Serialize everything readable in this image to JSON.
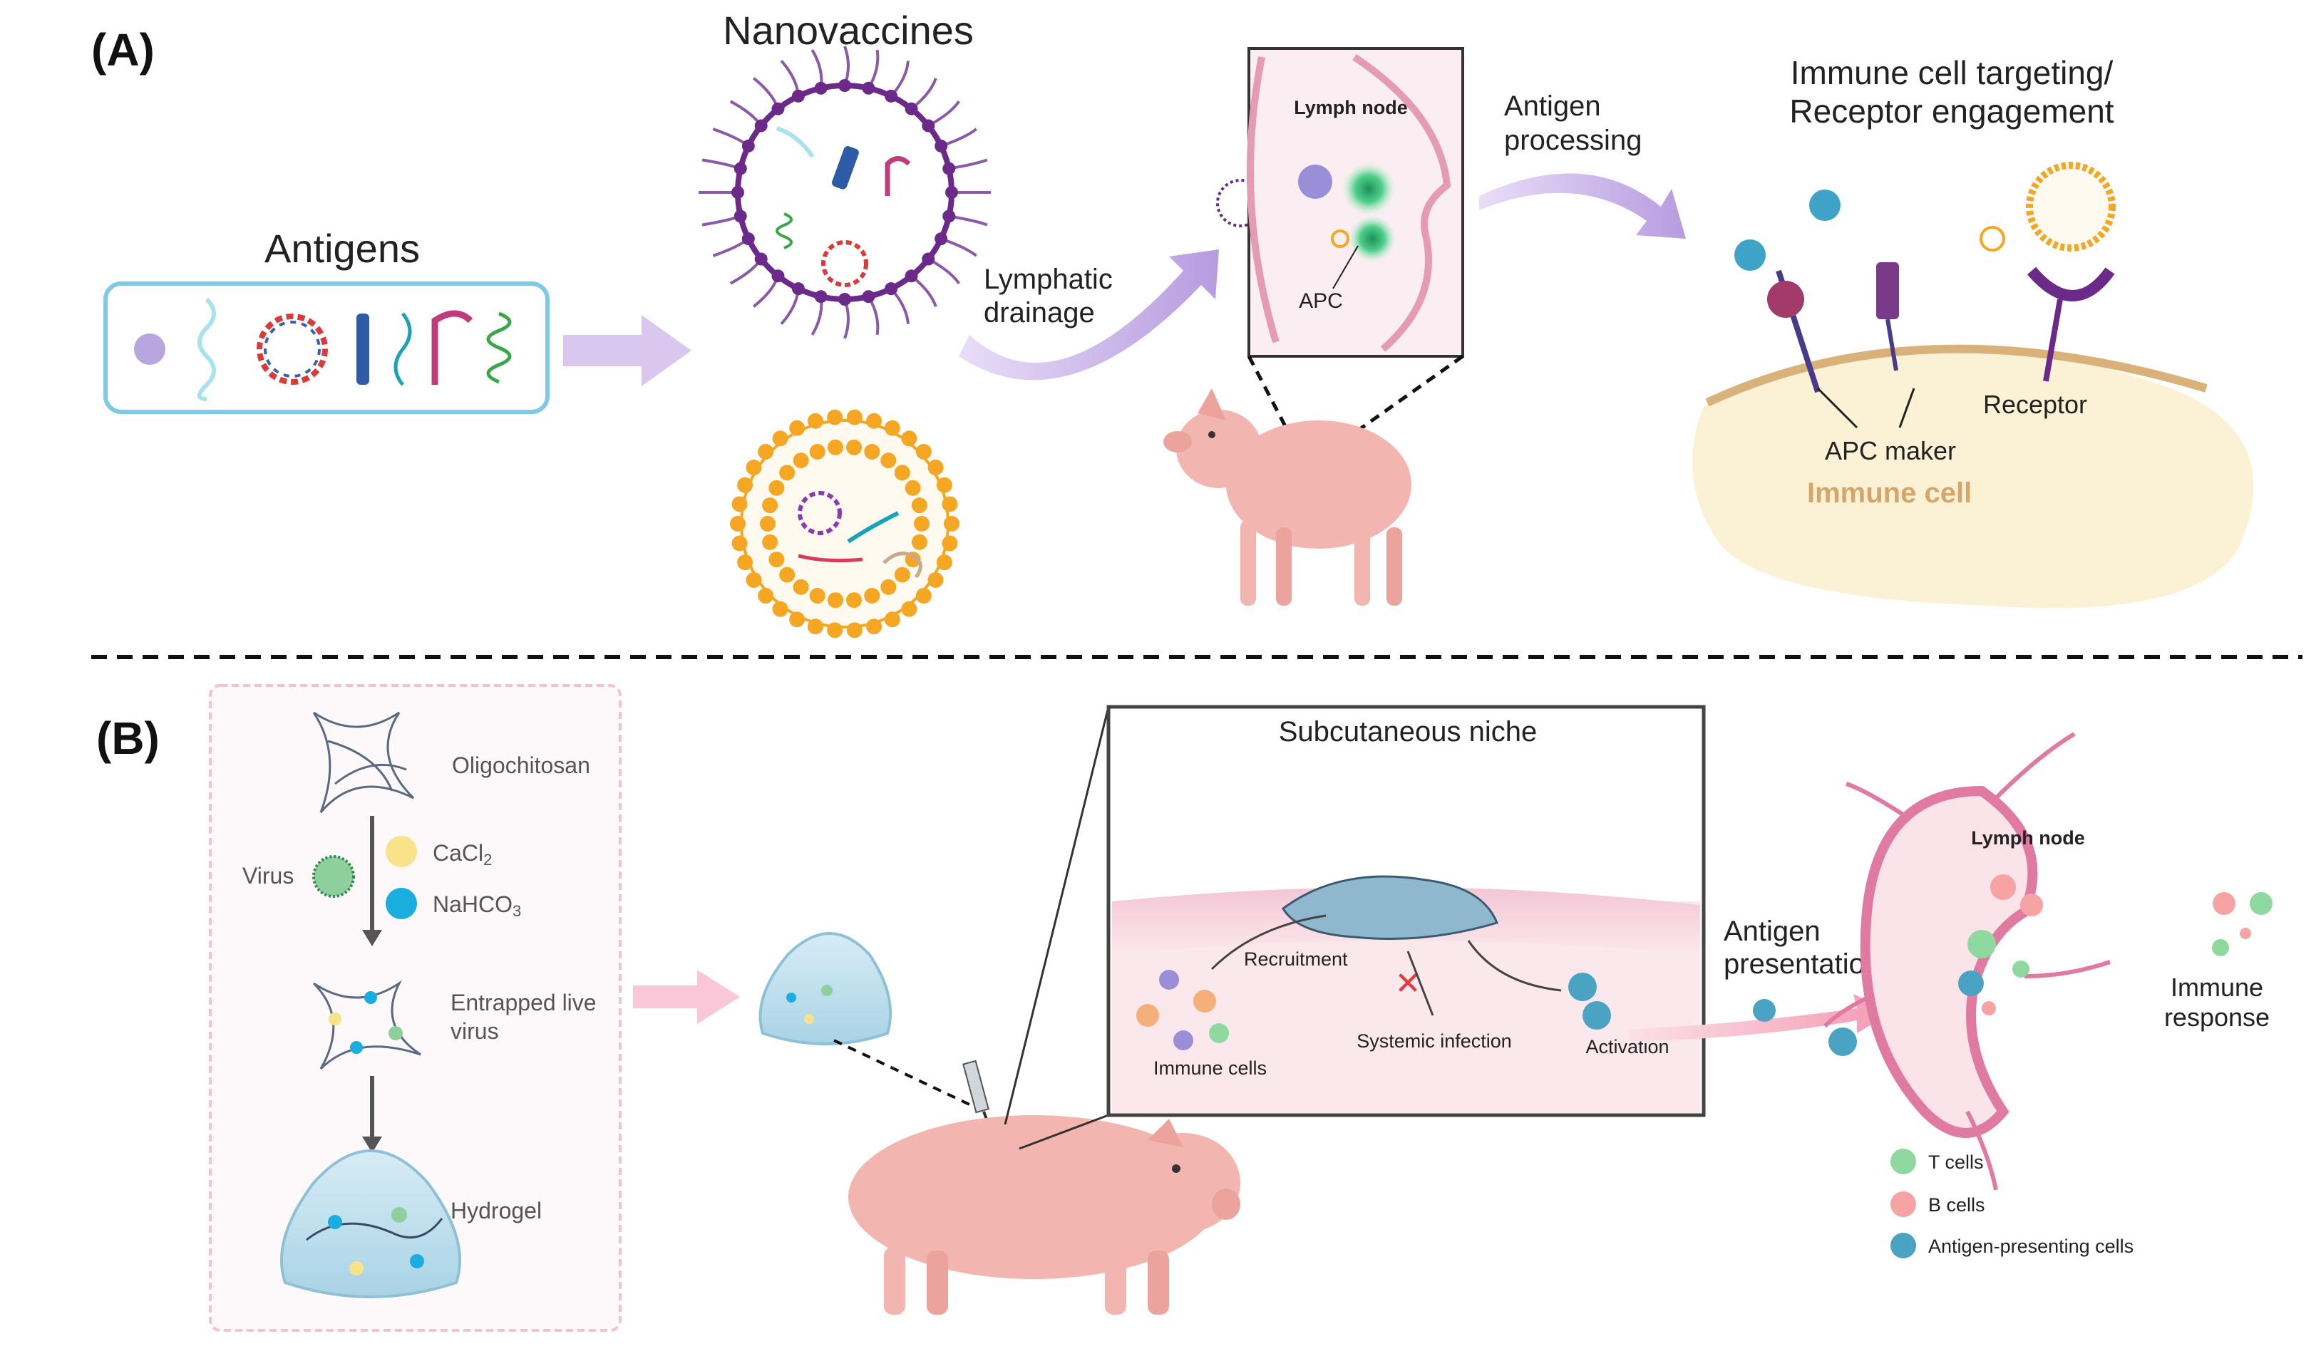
{
  "panel_a": {
    "label": "(A)",
    "antigens_title": "Antigens",
    "nanovaccines_title": "Nanovaccines",
    "lymphatic_drainage": [
      "Lymphatic",
      "drainage"
    ],
    "lymph_node_label": "Lymph node",
    "apc_label": "APC",
    "antigen_processing": [
      "Antigen",
      "processing"
    ],
    "targeting_title": [
      "Immune cell targeting/",
      "Receptor engagement"
    ],
    "receptor_label": "Receptor",
    "apc_marker_label": "APC maker",
    "immune_cell_label": "Immune cell"
  },
  "panel_b": {
    "label": "(B)",
    "oligochitosan": "Oligochitosan",
    "virus": "Virus",
    "cacl2": "CaCl",
    "cacl2_sub": "2",
    "nahco3": "NaHCO",
    "nahco3_sub": "3",
    "entrapped": [
      "Entrapped live",
      "virus"
    ],
    "hydrogel": "Hydrogel",
    "niche_title": "Subcutaneous niche",
    "recruitment": "Recruitment",
    "systemic_infection": "Systemic infection",
    "immune_cells": "Immune cells",
    "activation": "Activation",
    "antigen_presentation": [
      "Antigen",
      "presentation"
    ],
    "lymph_node_label": "Lymph node",
    "immune_response": [
      "Immune",
      "response"
    ],
    "legend": [
      {
        "label": "T cells",
        "color": "#8fd9a0"
      },
      {
        "label": "B cells",
        "color": "#f5a3a3"
      },
      {
        "label": "Antigen-presenting cells",
        "color": "#4aa3c2"
      }
    ]
  },
  "colors": {
    "nanovaccine_purple": "#6b2a8a",
    "liposome_orange": "#f5a623",
    "pig_pink": "#f2b5b0",
    "arrow_lilac": "#c8b3e8",
    "arrow_pink": "#f6b8c9",
    "immune_cell_text": "#d6a56a"
  }
}
